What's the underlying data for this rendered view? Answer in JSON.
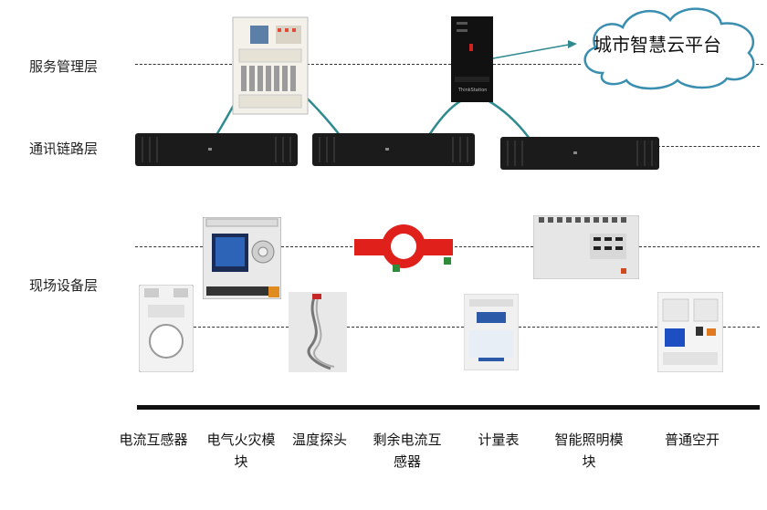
{
  "layers": {
    "service": "服务管理层",
    "comm": "通讯链路层",
    "field": "现场设备层"
  },
  "cloud": {
    "label": "城市智慧云平台"
  },
  "devices": [
    {
      "label_line1": "电流互感器",
      "label_line2": ""
    },
    {
      "label_line1": "电气火灾模",
      "label_line2": "块"
    },
    {
      "label_line1": "温度探头",
      "label_line2": ""
    },
    {
      "label_line1": "剩余电流互",
      "label_line2": "感器"
    },
    {
      "label_line1": "计量表",
      "label_line2": ""
    },
    {
      "label_line1": "智能照明模",
      "label_line2": "块"
    },
    {
      "label_line1": "普通空开",
      "label_line2": ""
    }
  ],
  "colors": {
    "link": "#2f8a8f",
    "residual_ct": "#e0201a",
    "gateway": "#1b1b1b",
    "cloud_outline": "#3a8fb0"
  }
}
